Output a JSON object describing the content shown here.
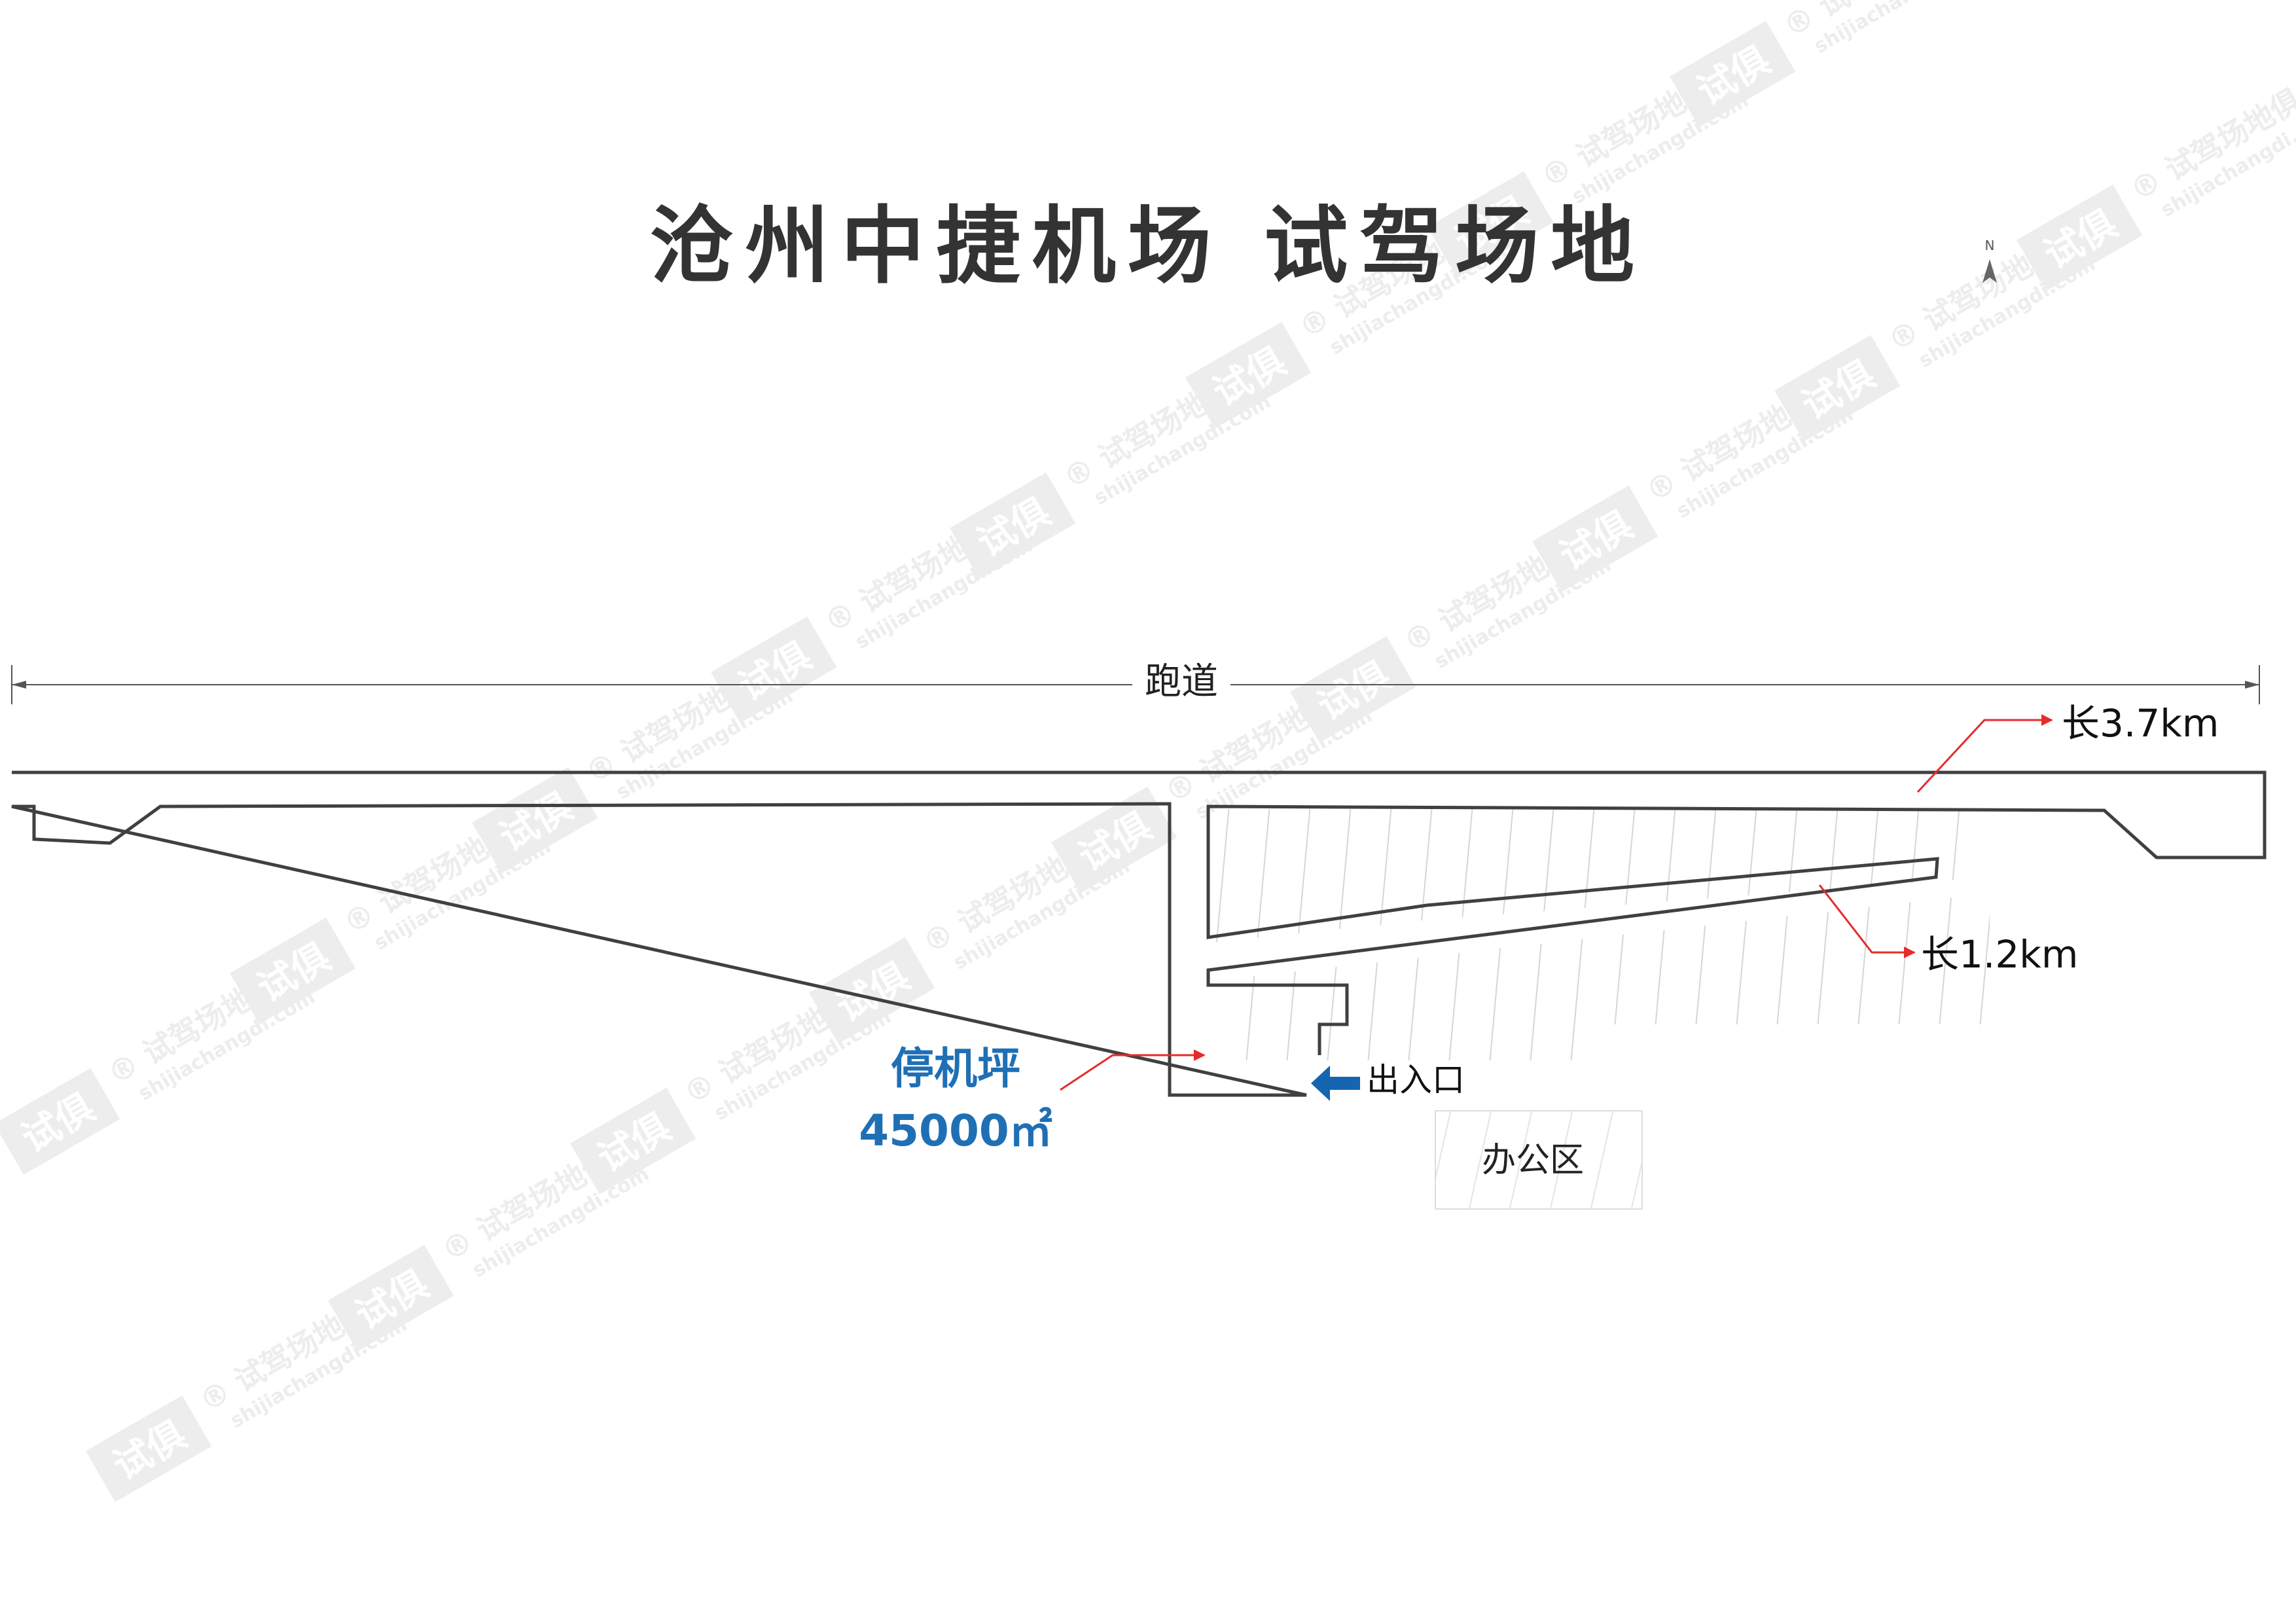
{
  "title": "沧州中捷机场 试驾场地",
  "compass": {
    "label": "N"
  },
  "runway": {
    "label": "跑道"
  },
  "annotations": {
    "runway_length": "长3.7km",
    "taxiway_length": "长1.2km",
    "apron_label": "停机坪",
    "apron_area": "45000㎡",
    "entrance": "出入口",
    "office": "办公区"
  },
  "watermark": {
    "brand": "试驾场地俱乐部",
    "site": "shijiachangdi.com",
    "logo_chars": [
      "试",
      "俱"
    ],
    "registered": "®"
  },
  "colors": {
    "title": "#333333",
    "outline": "#404040",
    "leader": "#e52b2b",
    "apron": "#1f6fb5",
    "entrance_arrow": "#1565b0",
    "hatch": "#d6d6d6",
    "watermark": "#ededed"
  }
}
